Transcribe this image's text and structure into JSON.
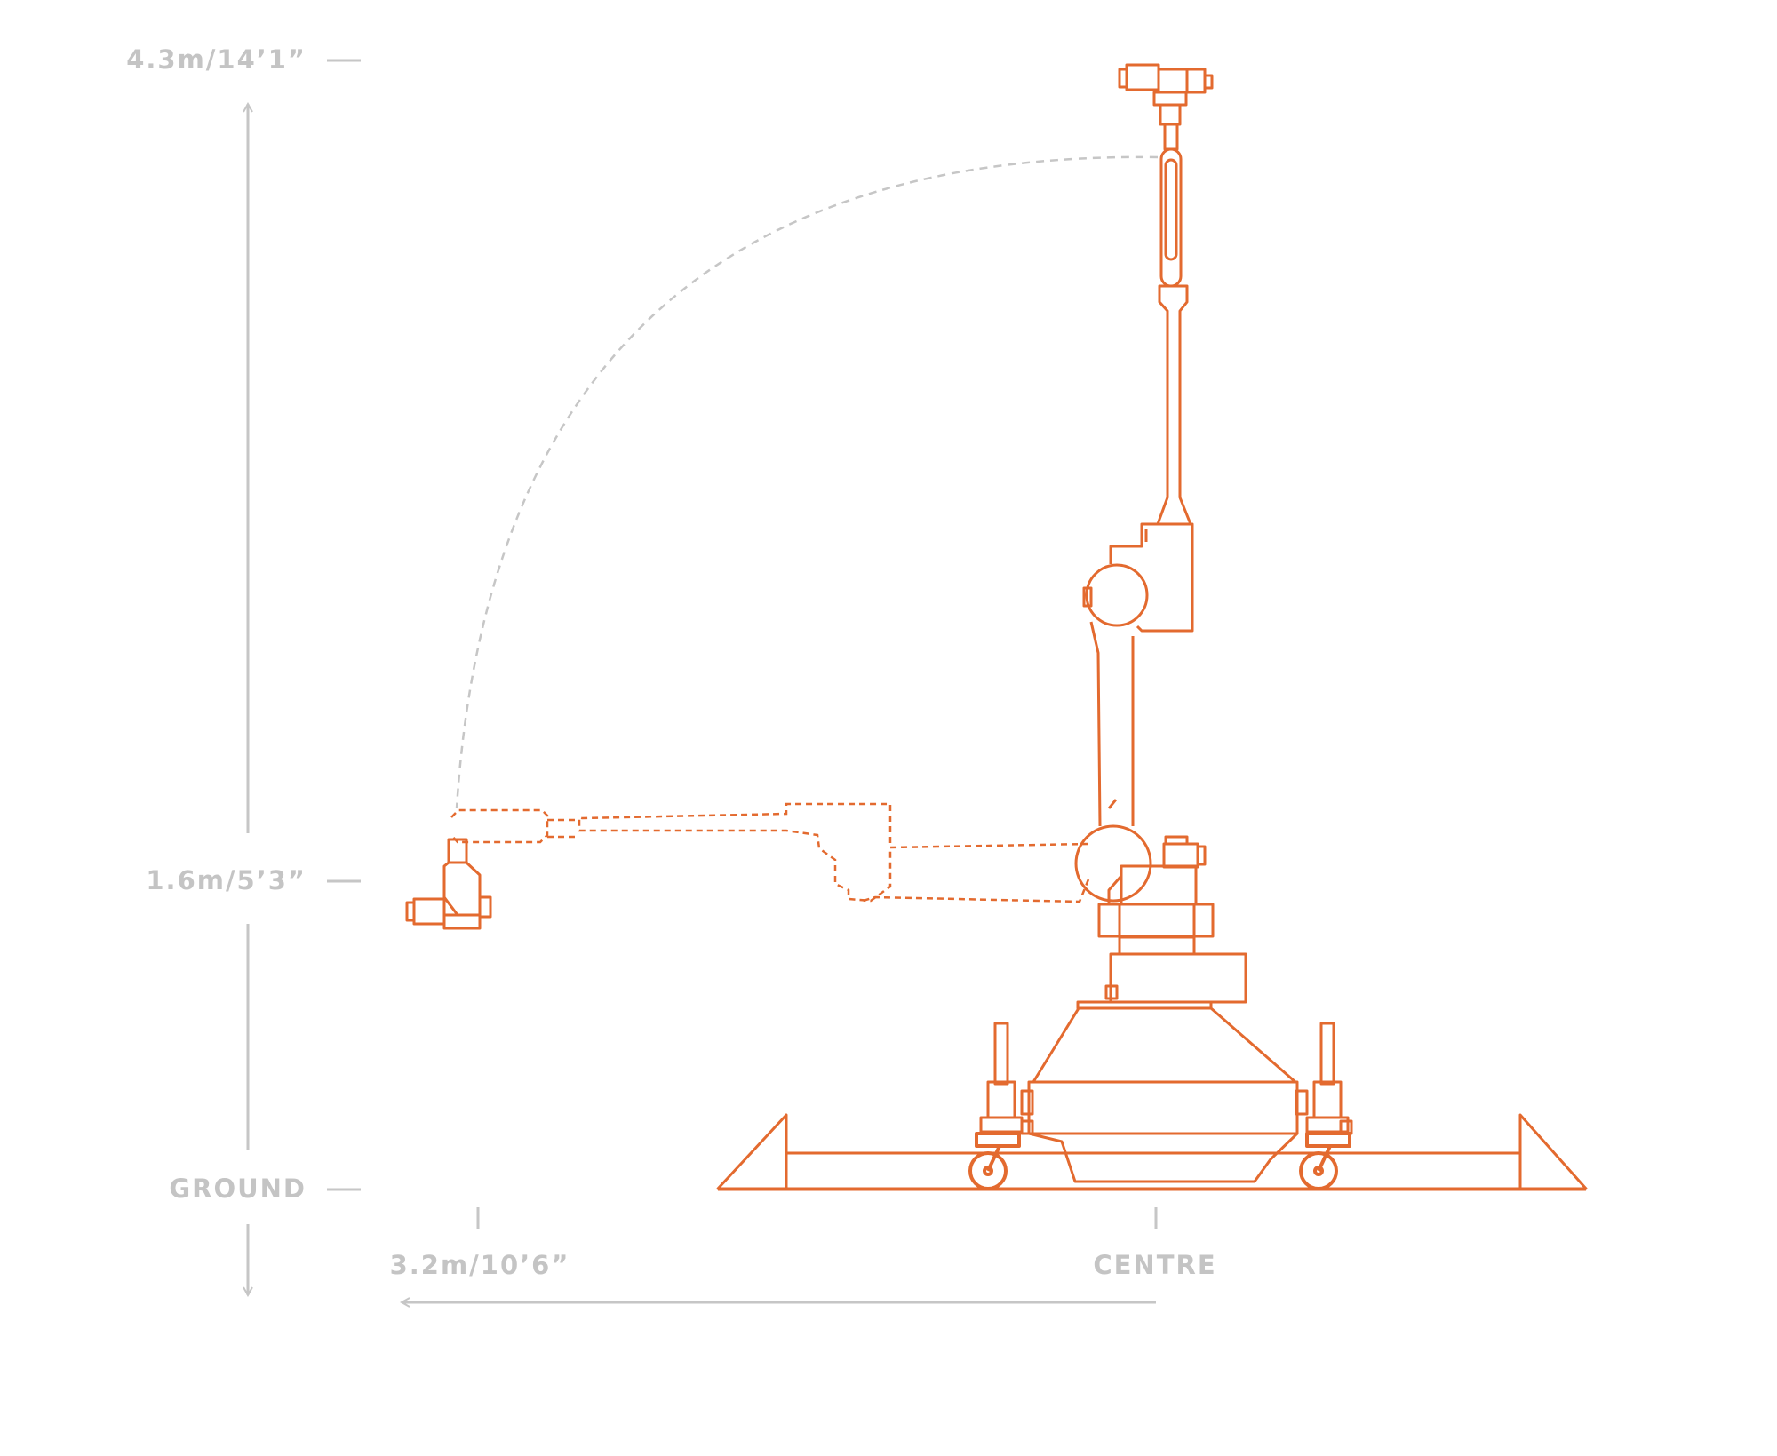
{
  "labels": {
    "max_height": "4.3m/14’1”",
    "mid_height": "1.6m/5’3”",
    "ground": "GROUND",
    "reach": "3.2m/10’6”",
    "centre": "CENTRE"
  },
  "colors": {
    "machine": "#e36a2f",
    "dimension": "#c6c6c6",
    "label": "#c4c4c4",
    "background": "#ffffff"
  },
  "icons": {
    "up_arrow": "arrow-up-icon",
    "down_arrow": "arrow-down-icon",
    "left_arrow": "arrow-left-icon"
  }
}
